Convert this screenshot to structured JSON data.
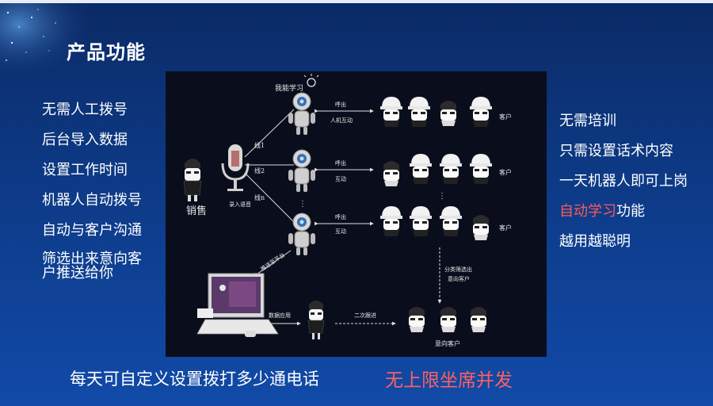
{
  "title": "产品功能",
  "left_features": [
    "无需人工拨号",
    "后台导入数据",
    "设置工作时间",
    "机器人自动拨号",
    "自动与客户沟通",
    "筛选出来意向客",
    "户推送给你"
  ],
  "right_features": [
    {
      "text": "无需培训",
      "highlight": "",
      "rest": ""
    },
    {
      "text": "只需设置话术内容",
      "highlight": "",
      "rest": ""
    },
    {
      "text": "一天机器人即可上岗",
      "highlight": "",
      "rest": ""
    },
    {
      "text": "",
      "highlight": "自动学习",
      "rest": "功能"
    },
    {
      "text": "越用越聪明",
      "highlight": "",
      "rest": ""
    }
  ],
  "diagram": {
    "i_can_learn": "我能学习",
    "sales": "销售",
    "record_voice": "录入语音",
    "line1": "线1",
    "line2": "线2",
    "linen": "线n",
    "call1": "呼出",
    "interact1": "人机互动",
    "call2": "呼出",
    "interact2": "互动",
    "call3": "呼出",
    "interact3": "互动",
    "customer": "客户",
    "classify": "分类筛选出",
    "intent_customer_label": "意向客户",
    "push_platform": "推送至平台",
    "data_app": "数据应用",
    "second_follow": "二次跟进",
    "intent_customer": "意向客户"
  },
  "bottom_left": "每天可自定义设置拨打多少通电话",
  "bottom_right": "无上限坐席并发",
  "colors": {
    "accent_red": "#ff5a5a",
    "background": "#0d3a86",
    "diagram_bg": "#0a0e1c"
  }
}
